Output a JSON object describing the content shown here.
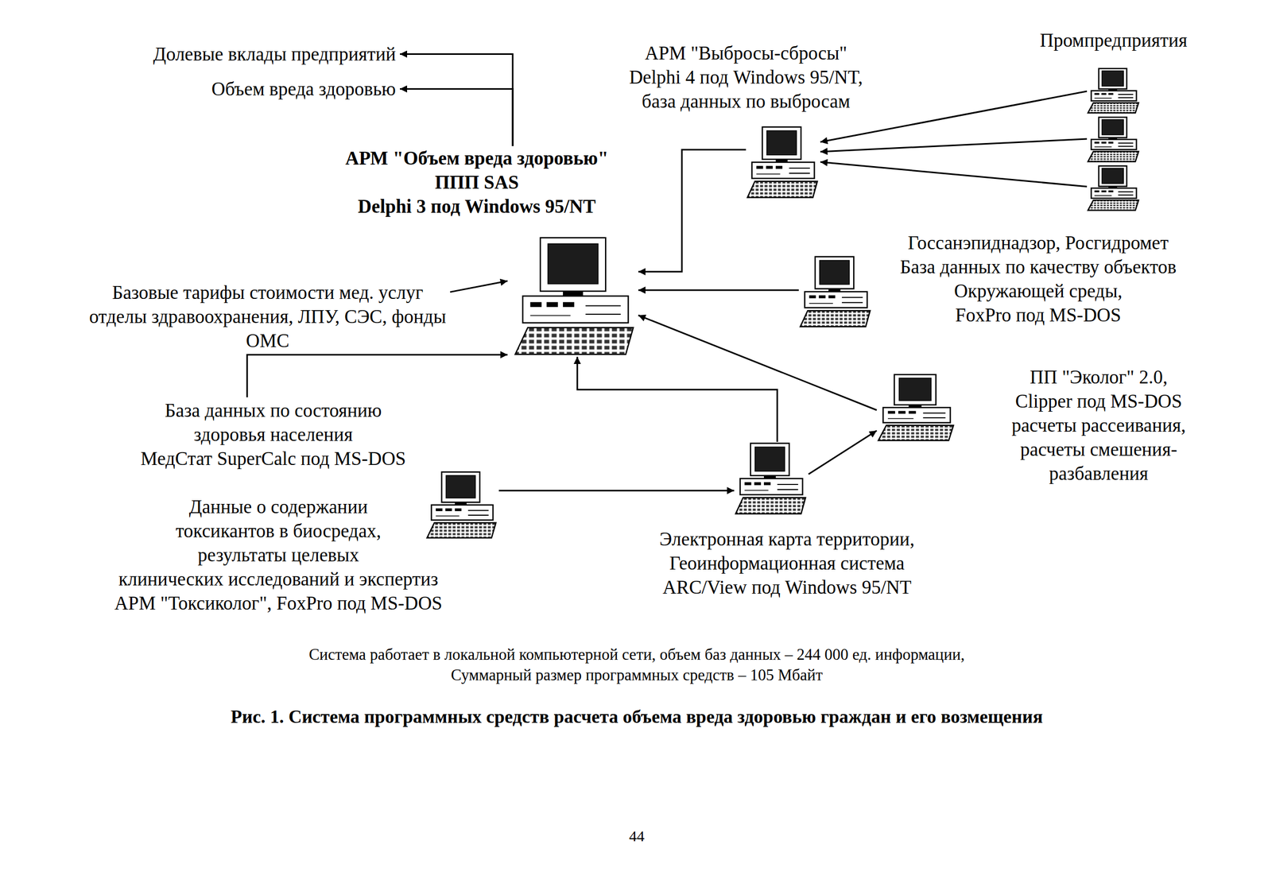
{
  "diagram": {
    "caption": "Рис. 1. Система программных средств расчета объема вреда здоровью граждан и его возмещения",
    "nodes": [
      {
        "text": [
          "Долевые вклады предприятий"
        ]
      },
      {
        "text": [
          "Объем вреда здоровью"
        ]
      },
      {
        "text": [
          "АРМ \"Выбросы-сбросы\" Delphi 4 под Windows 95/NT, база данных по выбросам"
        ]
      },
      {
        "text": [
          "Промпредприятия"
        ]
      },
      {
        "text": [
          "АРМ \"Объем вреда здоровью\" ППП SAS Delphi 3 под Windows 95/NT"
        ]
      },
      {
        "text": [
          "Госсанэпиднадзор, Росгидромет База данных по качеству объектов Окружающей среды, FoxPro под MS-DOS"
        ]
      },
      {
        "text": [
          "Базовые тарифы стоимости мед. услуг отделы здравоохранения, ЛПУ, СЭС, фонды ОМС"
        ]
      },
      {
        "text": [
          "ПП \"Эколог\" 2.0, Clipper под MS-DOS расчеты рассеивания, расчеты смешения- разбавления"
        ]
      },
      {
        "text": [
          "База данных по состоянию здоровья населения МедСтат SuperCalc под MS-DOS"
        ]
      },
      {
        "text": [
          "Данные о содержании токсикантов в биосредах, результаты целевых клинических исследований и экспертиз АРМ \"Токсиколог\", FoxPro под MS-DOS"
        ]
      },
      {
        "text": [
          "Электронная карта территории, Геоинформационная система ARC/View под Windows 95/NT"
        ]
      }
    ],
    "edges": [
      {
        "from": 4,
        "to": 0,
        "arrow": "to"
      },
      {
        "from": 4,
        "to": 1,
        "arrow": "to"
      },
      {
        "from": 3,
        "to": 2,
        "arrow": "to"
      },
      {
        "from": 2,
        "to": 4,
        "arrow": "to"
      },
      {
        "from": 5,
        "to": 4,
        "arrow": "to"
      },
      {
        "from": 6,
        "to": 4,
        "arrow": "to"
      },
      {
        "from": 7,
        "to": 4,
        "arrow": "to"
      },
      {
        "from": 8,
        "to": 4,
        "arrow": "to"
      },
      {
        "from": 10,
        "to": 4,
        "arrow": "to"
      },
      {
        "from": 10,
        "to": 7,
        "arrow": "to"
      },
      {
        "from": 9,
        "to": 10,
        "arrow": "to"
      }
    ],
    "labels": [
      "Система работает в локальной компьютерной сети, объем баз данных – 244 000 ед. информации,",
      "Суммарный размер программных средств – 105 Мбайт",
      "44"
    ]
  }
}
